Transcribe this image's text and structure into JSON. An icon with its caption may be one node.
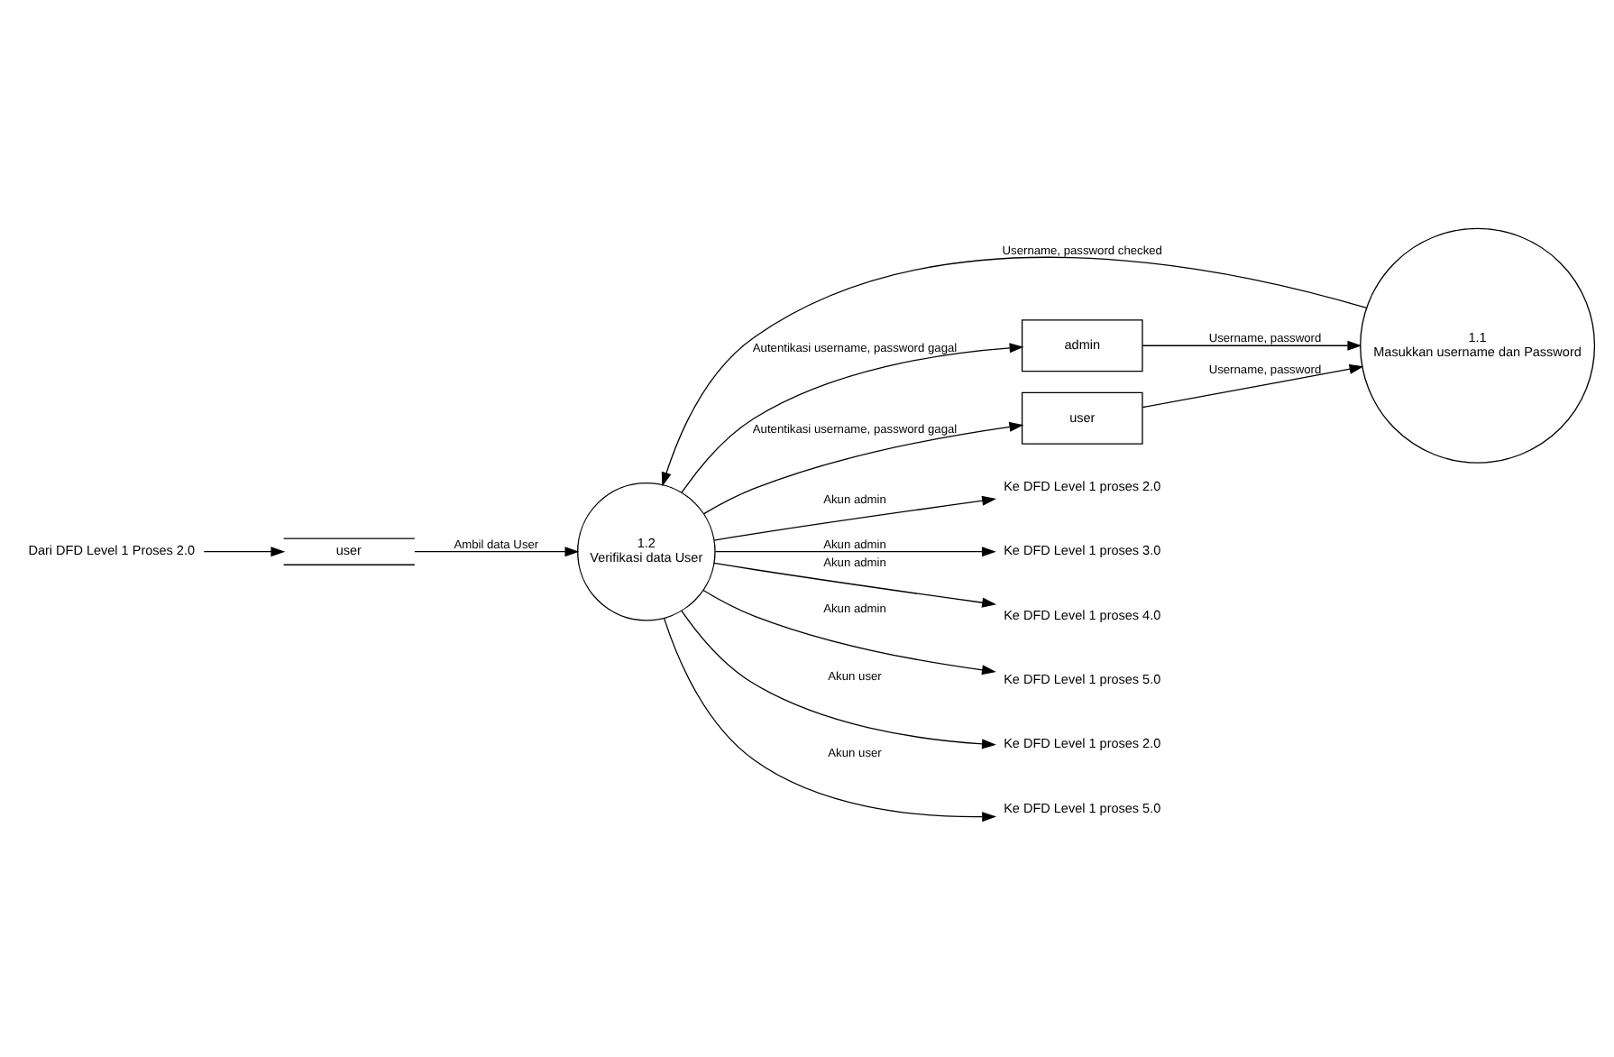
{
  "diagram": {
    "nodes": [
      {
        "text": [
          "Dari DFD Level 1 Proses 2.0"
        ]
      },
      {
        "text": [
          "user"
        ]
      },
      {
        "text": [
          "admin"
        ]
      },
      {
        "text": [
          "user"
        ]
      },
      {
        "text": [
          "1.1",
          "Masukkan username dan Password"
        ]
      },
      {
        "text": [
          "1.2",
          "Verifikasi data User"
        ]
      },
      {
        "text": [
          "Ke DFD Level 1 proses 2.0"
        ]
      },
      {
        "text": [
          "Ke DFD Level 1 proses 3.0"
        ]
      },
      {
        "text": [
          "Ke DFD Level 1 proses 4.0"
        ]
      },
      {
        "text": [
          "Ke DFD Level 1 proses 5.0"
        ]
      },
      {
        "text": [
          "Ke DFD Level 1 proses 2.0"
        ]
      },
      {
        "text": [
          "Ke DFD Level 1 proses 5.0"
        ]
      }
    ],
    "edges": [
      {
        "from": 0,
        "to": 1,
        "arrow": "to"
      },
      {
        "from": 1,
        "to": 5,
        "arrow": "to",
        "label": "Ambil data User"
      },
      {
        "from": 5,
        "to": 2,
        "arrow": "to",
        "label": "Autentikasi username, password gagal"
      },
      {
        "from": 2,
        "to": 4,
        "arrow": "to",
        "label": "Username, password"
      },
      {
        "from": 3,
        "to": 4,
        "arrow": "to",
        "label": "Username, password"
      },
      {
        "from": 4,
        "to": 5,
        "arrow": "to",
        "label": "Username, password checked"
      },
      {
        "from": 5,
        "to": 3,
        "arrow": "to",
        "label": "Autentikasi username, password gagal"
      },
      {
        "from": 5,
        "to": 6,
        "arrow": "to",
        "label": "Akun admin"
      },
      {
        "from": 5,
        "to": 7,
        "arrow": "to",
        "label": "Akun admin"
      },
      {
        "from": 5,
        "to": 8,
        "arrow": "to",
        "label": "Akun admin"
      },
      {
        "from": 5,
        "to": 9,
        "arrow": "to",
        "label": "Akun admin"
      },
      {
        "from": 5,
        "to": 10,
        "arrow": "to",
        "label": "Akun user"
      },
      {
        "from": 5,
        "to": 11,
        "arrow": "to",
        "label": "Akun user"
      }
    ]
  }
}
